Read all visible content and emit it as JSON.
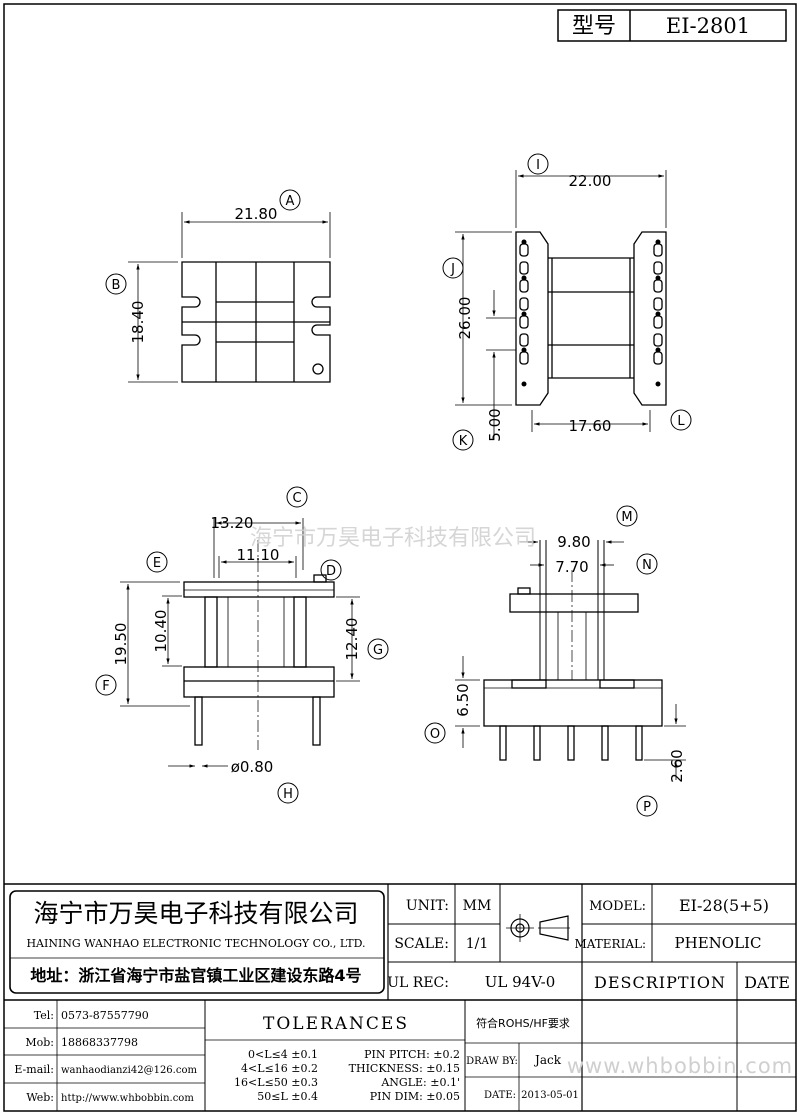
{
  "title_box": {
    "label": "型号",
    "value": "EI-2801"
  },
  "watermark": "海宁市万昊电子科技有限公司",
  "watermark_url": "www.whbobbin.com",
  "views": {
    "top": {
      "callouts": [
        "A",
        "B"
      ],
      "dims": [
        "21.80",
        "18.40"
      ]
    },
    "side": {
      "callouts": [
        "I",
        "J",
        "K",
        "L"
      ],
      "dims": [
        "22.00",
        "26.00",
        "5.00",
        "17.60"
      ]
    },
    "front": {
      "callouts": [
        "C",
        "D",
        "E",
        "F",
        "G",
        "H"
      ],
      "dims": [
        "13.20",
        "11.10",
        "10.40",
        "19.50",
        "12.40",
        "ø0.80"
      ]
    },
    "end": {
      "callouts": [
        "M",
        "N",
        "O",
        "P"
      ],
      "dims": [
        "9.80",
        "7.70",
        "6.50",
        "2.60"
      ]
    }
  },
  "company": {
    "name_cn": "海宁市万昊电子科技有限公司",
    "name_en": "HAINING WANHAO ELECTRONIC TECHNOLOGY CO., LTD.",
    "address": "地址：浙江省海宁市盐官镇工业区建设东路4号"
  },
  "spec": {
    "unit_label": "UNIT:",
    "unit_value": "MM",
    "scale_label": "SCALE:",
    "scale_value": "1/1",
    "ulrec_label": "UL REC:",
    "ulrec_value": "UL 94V-0",
    "model_label": "MODEL:",
    "model_value": "EI-28(5+5)",
    "material_label": "MATERIAL:",
    "material_value": "PHENOLIC",
    "description_label": "DESCRIPTION",
    "date_label": "DATE"
  },
  "contacts": [
    {
      "label": "Tel:",
      "value": "0573-87557790"
    },
    {
      "label": "Mob:",
      "value": "18868337798"
    },
    {
      "label": "E-mail:",
      "value": "wanhaodianzi42@126.com"
    },
    {
      "label": "Web:",
      "value": "http://www.whbobbin.com"
    }
  ],
  "tolerances": {
    "title": "TOLERANCES",
    "ranges": [
      "0<L≤4 ±0.1",
      "4<L≤16 ±0.2",
      "16<L≤50 ±0.3",
      "50≤L ±0.4"
    ],
    "specs": [
      "PIN PITCH: ±0.2",
      "THICKNESS: ±0.15",
      "ANGLE: ±0.1'",
      "PIN DIM: ±0.05"
    ]
  },
  "rohs": "符合ROHS/HF要求",
  "draw_by_label": "DRAW BY:",
  "draw_by_value": "Jack",
  "date_row_label": "DATE:",
  "date_row_value": "2013-05-01"
}
